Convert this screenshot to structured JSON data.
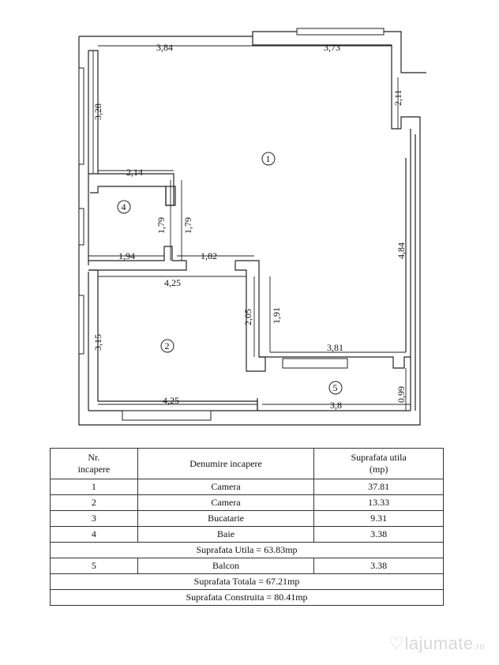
{
  "dimensions": {
    "d_3_84": "3,84",
    "d_3_73": "3,73",
    "d_2_11": "2,11",
    "d_3_28": "3,28",
    "d_2_14": "2,14",
    "d_1_79a": "1,79",
    "d_1_79b": "1,79",
    "d_1_94": "1,94",
    "d_1_82": "1,82",
    "d_4_25_top": "4,25",
    "d_2_05": "2,05",
    "d_1_91": "1,91",
    "d_4_84": "4,84",
    "d_3_15": "3,15",
    "d_3_81": "3,81",
    "d_0_99": "0,99",
    "d_4_25_bottom": "4,25",
    "d_3_8": "3,8"
  },
  "rooms": {
    "r1": "1",
    "r2": "2",
    "r4": "4",
    "r5": "5"
  },
  "table": {
    "header": {
      "nr": "Nr.",
      "nr2": "incapere",
      "name": "Denumire incapere",
      "area": "Suprafata utila",
      "area2": "(mp)"
    },
    "rows": [
      {
        "nr": "1",
        "name": "Camera",
        "area": "37.81"
      },
      {
        "nr": "2",
        "name": "Camera",
        "area": "13.33"
      },
      {
        "nr": "3",
        "name": "Bucatarie",
        "area": "9.31"
      },
      {
        "nr": "4",
        "name": "Baie",
        "area": "3.38"
      }
    ],
    "utila": "Suprafata Utila = 63.83mp",
    "row5": {
      "nr": "5",
      "name": "Balcon",
      "area": "3.38"
    },
    "totala": "Suprafata Totala = 67.21mp",
    "construita": "Suprafata Construita = 80.41mp"
  },
  "watermark": {
    "brand": "lajumate",
    "tld": ".ro"
  }
}
